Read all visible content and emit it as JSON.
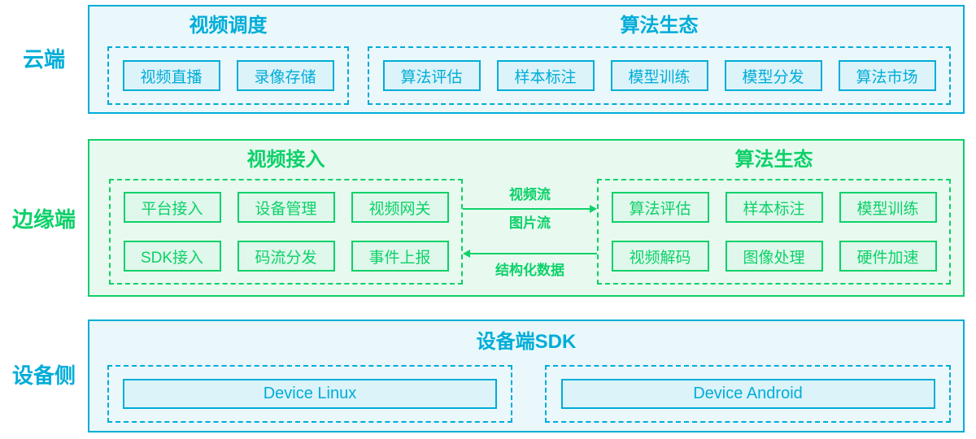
{
  "colors": {
    "cyan": "#00ADD8",
    "cyan_bg": "#EAF8FC",
    "cyan_fill": "#DCF3FA",
    "green": "#0DD169",
    "green_bg": "#E8FAF0",
    "green_fill": "#DFF8EB"
  },
  "rail": {
    "cloud": "云端",
    "edge": "边缘端",
    "device": "设备侧"
  },
  "cloud": {
    "groups": [
      {
        "title": "视频调度",
        "items": [
          "视频直播",
          "录像存储"
        ]
      },
      {
        "title": "算法生态",
        "items": [
          "算法评估",
          "样本标注",
          "模型训练",
          "模型分发",
          "算法市场"
        ]
      }
    ]
  },
  "edge": {
    "left": {
      "title": "视频接入",
      "items": [
        "平台接入",
        "设备管理",
        "视频网关",
        "SDK接入",
        "码流分发",
        "事件上报"
      ]
    },
    "right": {
      "title": "算法生态",
      "items": [
        "算法评估",
        "样本标注",
        "模型训练",
        "视频解码",
        "图像处理",
        "硬件加速"
      ]
    },
    "flows": {
      "video_stream": "视频流",
      "image_stream": "图片流",
      "structured_data": "结构化数据"
    }
  },
  "device": {
    "title": "设备端SDK",
    "items": [
      "Device Linux",
      "Device Android"
    ]
  }
}
